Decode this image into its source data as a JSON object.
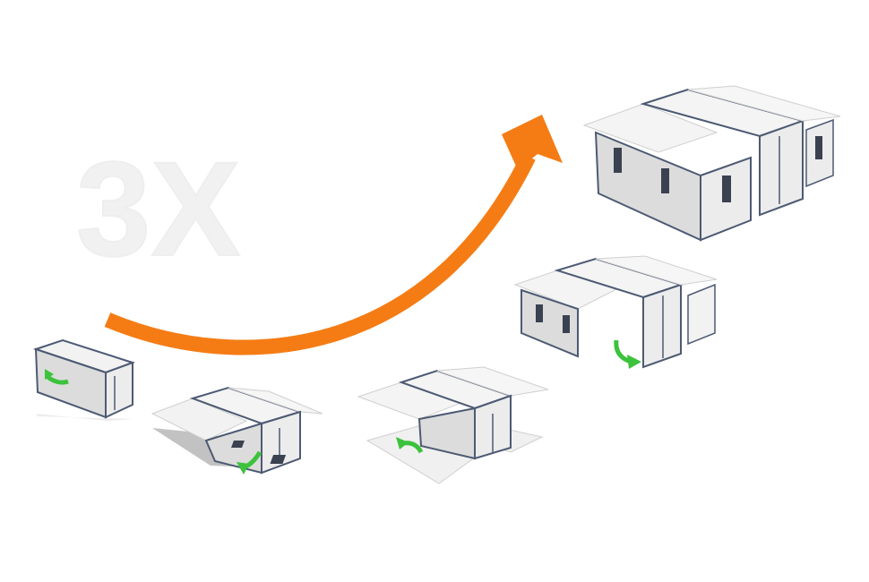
{
  "colors": {
    "background": "#ffffff",
    "arrow": "#f57c14",
    "fold_arrow": "#3cc23c",
    "panel_face": "#f2f2f2",
    "panel_side": "#dcdcdc",
    "frame": "#4d5a73",
    "window": "#3a4150",
    "shadow": "#9a9a9a"
  },
  "watermark": {
    "text": "3X",
    "color": "#f1f1f1"
  },
  "steps": [
    {
      "name": "folded-container",
      "fold_arrow": true
    },
    {
      "name": "roof-unfolding",
      "fold_arrow": true
    },
    {
      "name": "floor-unfolding",
      "fold_arrow": true
    },
    {
      "name": "walls-unfolding",
      "fold_arrow": true
    },
    {
      "name": "expanded-house",
      "fold_arrow": false
    }
  ],
  "icons": {
    "progress_arrow": "curved-arrow-icon",
    "fold_arrow": "fold-arrow-icon"
  }
}
